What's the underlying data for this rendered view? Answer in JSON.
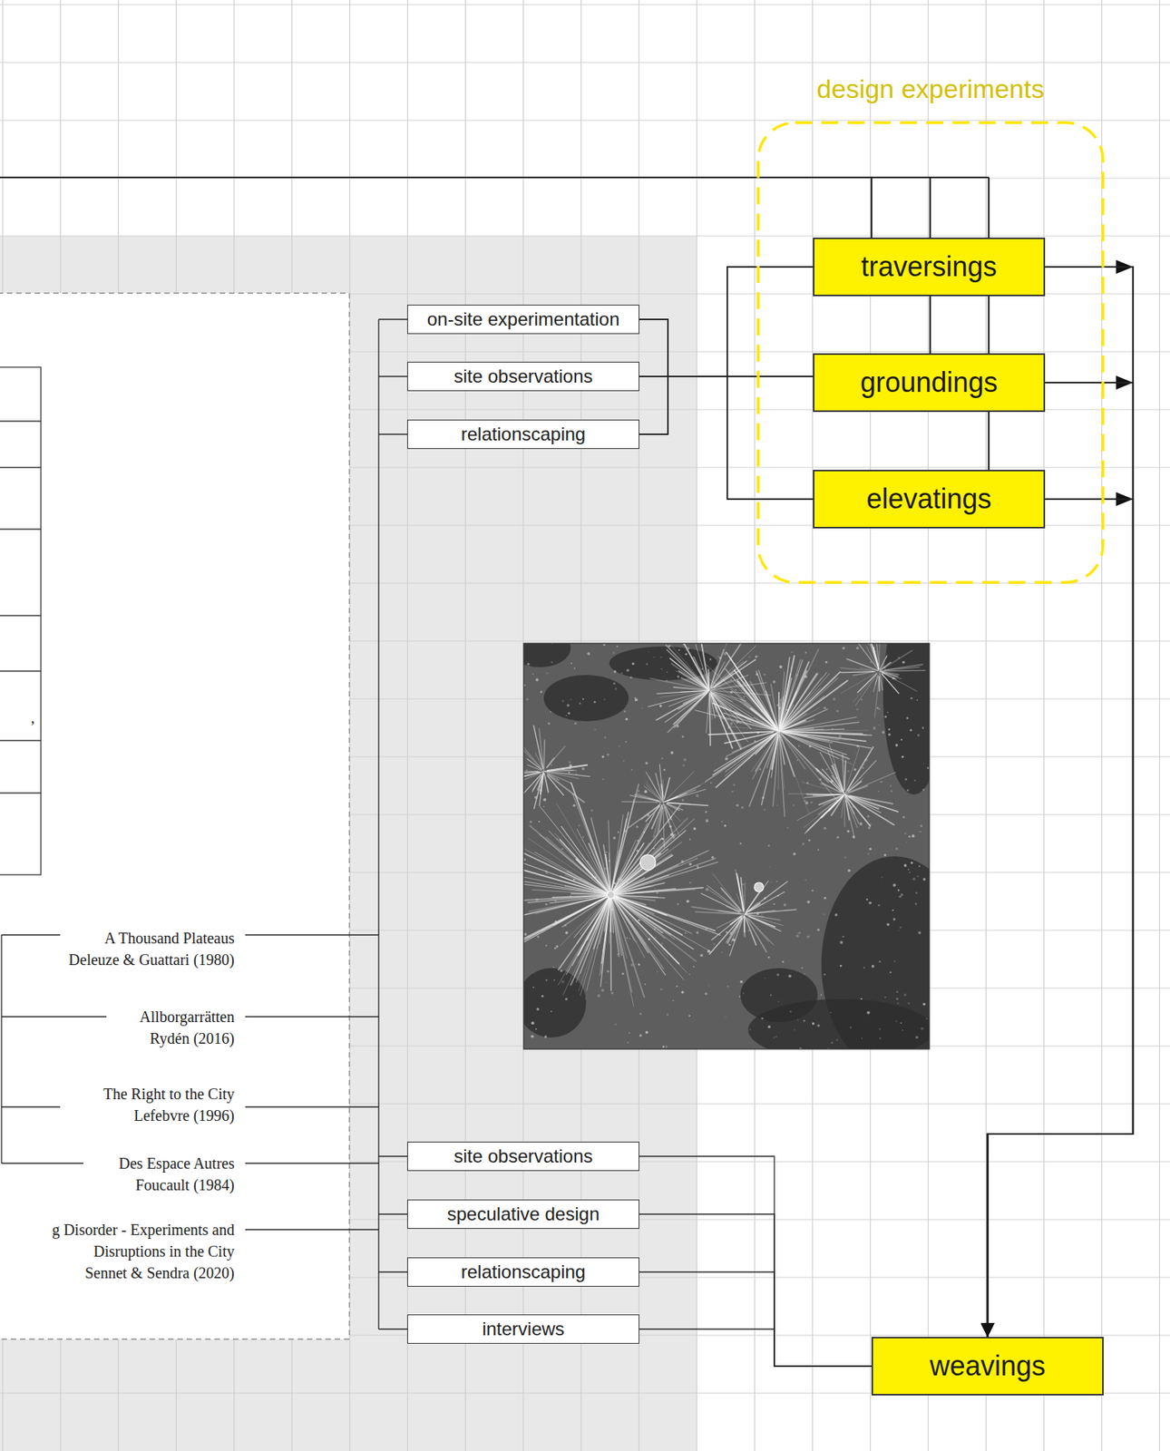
{
  "diagram": {
    "nodes": [
      {
        "text": [
          "on-site experimentation"
        ]
      },
      {
        "text": [
          "site observations"
        ]
      },
      {
        "text": [
          "relationscaping"
        ]
      },
      {
        "text": [
          "design experiments"
        ]
      },
      {
        "text": [
          "traversings"
        ],
        "in": 3
      },
      {
        "text": [
          "groundings"
        ],
        "in": 3
      },
      {
        "text": [
          "elevatings"
        ],
        "in": 3
      },
      {
        "text": [
          "site observations"
        ]
      },
      {
        "text": [
          "speculative design"
        ]
      },
      {
        "text": [
          "relationscaping"
        ]
      },
      {
        "text": [
          "interviews"
        ]
      },
      {
        "text": [
          "weavings"
        ]
      }
    ],
    "edges": [
      {
        "from": 0,
        "to": 4,
        "arrow": "none"
      },
      {
        "from": 0,
        "to": 5,
        "arrow": "none"
      },
      {
        "from": 0,
        "to": 6,
        "arrow": "none"
      },
      {
        "from": 1,
        "to": 4,
        "arrow": "none"
      },
      {
        "from": 1,
        "to": 5,
        "arrow": "none"
      },
      {
        "from": 1,
        "to": 6,
        "arrow": "none"
      },
      {
        "from": 2,
        "to": 4,
        "arrow": "none"
      },
      {
        "from": 2,
        "to": 5,
        "arrow": "none"
      },
      {
        "from": 2,
        "to": 6,
        "arrow": "none"
      },
      {
        "from": 4,
        "to": 5,
        "arrow": "none"
      },
      {
        "from": 4,
        "to": 5,
        "arrow": "none"
      },
      {
        "from": 5,
        "to": 6,
        "arrow": "none"
      },
      {
        "from": 4,
        "to": 11,
        "arrow": "to"
      },
      {
        "from": 5,
        "to": 11,
        "arrow": "to"
      },
      {
        "from": 6,
        "to": 11,
        "arrow": "to"
      },
      {
        "from": 7,
        "to": 11,
        "arrow": "none"
      },
      {
        "from": 8,
        "to": 11,
        "arrow": "none"
      },
      {
        "from": 9,
        "to": 11,
        "arrow": "none"
      },
      {
        "from": 10,
        "to": 11,
        "arrow": "none"
      }
    ],
    "labels": [
      ",",
      "A Thousand Plateaus",
      "Deleuze & Guattari (1980)",
      "Allborgarrätten",
      "Rydén (2016)",
      "The Right to the City",
      "Lefebvre (1996)",
      "Des Espace Autres",
      "Foucault (1984)",
      "g Disorder - Experiments and",
      "Disruptions in the City",
      "Sennet & Sendra (2020)"
    ]
  }
}
